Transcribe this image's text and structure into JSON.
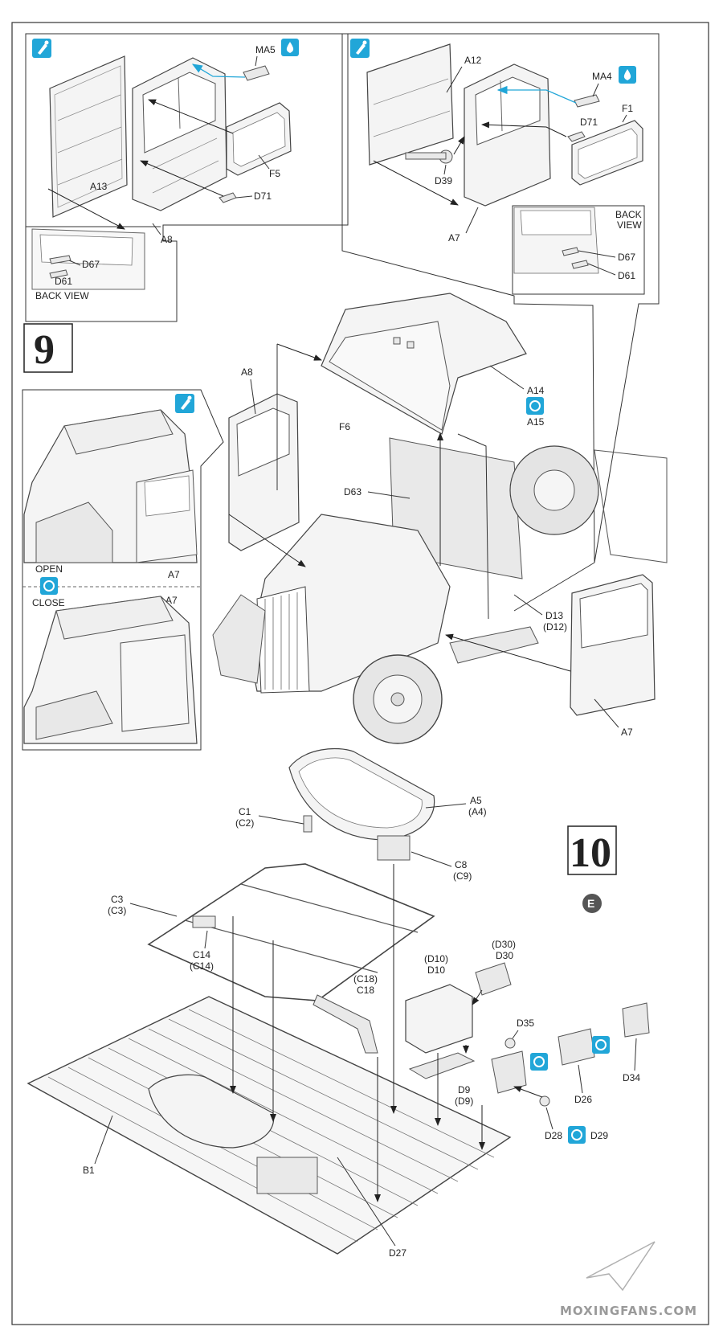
{
  "steps": {
    "step9": {
      "number": "9"
    },
    "step10": {
      "number": "10"
    }
  },
  "option_letter": "E",
  "watermark": "MOXINGFANS.COM",
  "panels": {
    "left_door": {
      "labels": {
        "a13": "A13",
        "ma5": "MA5",
        "f5": "F5",
        "d71": "D71",
        "a8": "A8"
      },
      "back_view": {
        "d67": "D67",
        "d61": "D61",
        "caption": "BACK VIEW"
      }
    },
    "right_door": {
      "labels": {
        "a12": "A12",
        "ma4": "MA4",
        "d71": "D71",
        "f1": "F1",
        "d39": "D39",
        "a7": "A7"
      },
      "back_view": {
        "caption_line1": "BACK",
        "caption_line2": "VIEW",
        "d67": "D67",
        "d61": "D61"
      }
    },
    "open_close": {
      "open": "OPEN",
      "close": "CLOSE",
      "a7_top": "A7",
      "a7_bottom": "A7"
    }
  },
  "main_cab": {
    "labels": {
      "a8": "A8",
      "f6": "F6",
      "a14": "A14",
      "a15": "A15",
      "d63": "D63",
      "d13": "D13",
      "d12": "(D12)",
      "a7": "A7"
    }
  },
  "chassis": {
    "labels": {
      "c1": "C1",
      "c2": "(C2)",
      "a5": "A5",
      "a4": "(A4)",
      "c8": "C8",
      "c9": "(C9)",
      "c3a": "C3",
      "c3b": "(C3)",
      "c14a": "C14",
      "c14b": "(C14)",
      "d10a": "(D10)",
      "d10b": "D10",
      "d30a": "(D30)",
      "d30b": "D30",
      "c18a": "(C18)",
      "c18b": "C18",
      "d35": "D35",
      "d9a": "D9",
      "d9b": "(D9)",
      "d26": "D26",
      "d34": "D34",
      "d28": "D28",
      "d29": "D29",
      "b1": "B1",
      "d27": "D27"
    }
  }
}
